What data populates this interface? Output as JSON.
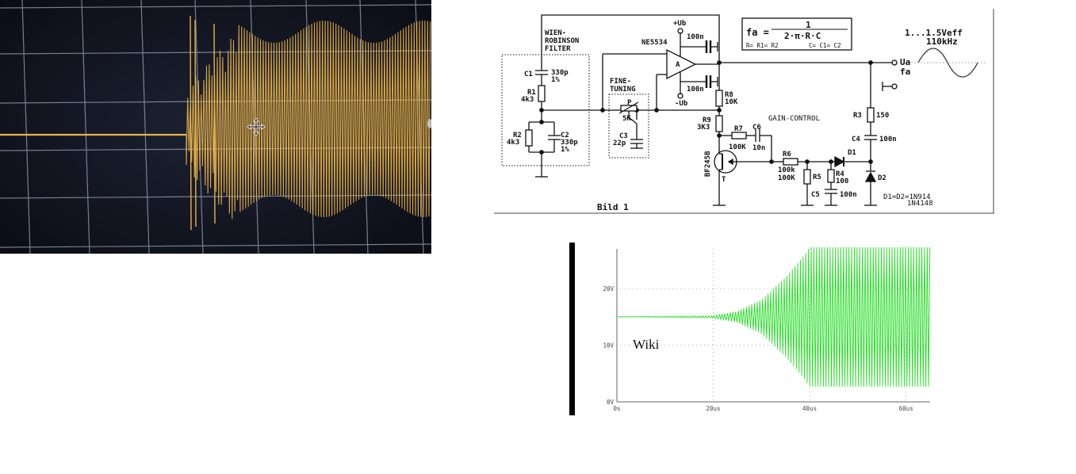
{
  "oscilloscope": {
    "description_free": true,
    "trace_color": "#e8b24a",
    "grid_color": "#9aa3b8",
    "background": "#10131c"
  },
  "schematic": {
    "labels": {
      "filter_title_1": "WIEN-",
      "filter_title_2": "ROBINSON",
      "filter_title_3": "FILTER",
      "c1": "C1",
      "c1_val": "330p",
      "c1_tol": "1%",
      "r1": "R1",
      "r1_val": "4k3",
      "r2": "R2",
      "r2_val": "4k3",
      "c2": "C2",
      "c2_val": "330p",
      "c2_tol": "1%",
      "fine_1": "FINE-",
      "fine_2": "TUNING",
      "p": "P",
      "p_val": "5K",
      "c3": "C3",
      "c3_val": "22p",
      "opamp_name": "NE5534",
      "opamp_a": "A",
      "plus_ub": "+Ub",
      "minus_ub": "-Ub",
      "cap_top": "100n",
      "cap_bot": "100n",
      "r8": "R8",
      "r8_val": "10K",
      "r9": "R9",
      "r9_val": "3K3",
      "r7": "R7",
      "r7_val": "100K",
      "c6": "C6",
      "c6_val": "10n",
      "gain_control": "GAIN-CONTROL",
      "fet": "BF245B",
      "t": "T",
      "r6": "R6",
      "r6_val": "100k",
      "r5": "R5",
      "r5_val": "100K",
      "r4": "R4",
      "r4_val": "100",
      "c5": "C5",
      "c5_val": "100n",
      "d1": "D1",
      "d2": "D2",
      "r3": "R3",
      "r3_val": "150",
      "c4": "C4",
      "c4_val": "100n",
      "ua": "Ua",
      "fa": "fa",
      "diode_note_1": "D1=D2=1N914",
      "diode_note_2": "1N4148",
      "bild": "Bild 1",
      "output_level": "1...1.5Veff",
      "output_freq": "110kHz",
      "formula_lhs": "fa =",
      "formula_num": "1",
      "formula_den": "2·π·R·C",
      "formula_cond_1": "R= R1= R2",
      "formula_cond_2": "C= C1= C2"
    }
  },
  "chart_data": {
    "type": "line",
    "title": "",
    "xlabel": "",
    "ylabel": "",
    "x_ticks": [
      "0s",
      "20us",
      "40us",
      "60us"
    ],
    "y_ticks": [
      "0V",
      "10V",
      "20V"
    ],
    "xlim": [
      0,
      65
    ],
    "ylim": [
      0,
      27
    ],
    "grid": true,
    "line_color": "#22dd22",
    "series": [
      {
        "name": "",
        "envelope_points": [
          {
            "x_us": 0,
            "center_V": 15,
            "amplitude_V": 0.0
          },
          {
            "x_us": 20,
            "center_V": 15,
            "amplitude_V": 0.2
          },
          {
            "x_us": 25,
            "center_V": 15,
            "amplitude_V": 1.0
          },
          {
            "x_us": 30,
            "center_V": 15,
            "amplitude_V": 3.0
          },
          {
            "x_us": 35,
            "center_V": 15,
            "amplitude_V": 7.0
          },
          {
            "x_us": 39,
            "center_V": 15,
            "amplitude_V": 11.0
          },
          {
            "x_us": 40,
            "center_V": 15,
            "amplitude_V": 12.3
          },
          {
            "x_us": 65,
            "center_V": 15,
            "amplitude_V": 12.3
          }
        ]
      }
    ],
    "annotations": [
      "Wiki"
    ]
  }
}
